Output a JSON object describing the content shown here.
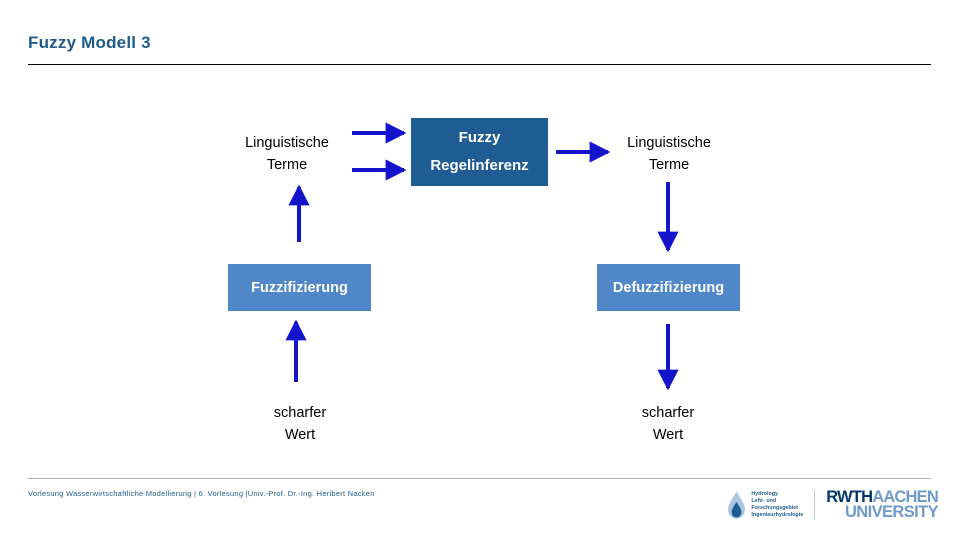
{
  "slide": {
    "title": "Fuzzy Modell 3",
    "title_color": "#1F5C8B",
    "background": "#ffffff"
  },
  "diagram": {
    "arrow_color": "#1414CC",
    "box_dark_color": "#1F5C93",
    "box_mid_color": "#5087C8",
    "nodes": {
      "input_linguistic_terms": "Linguistische\nTerme",
      "rule_inference": "Fuzzy\n\nRegelinferenz",
      "rule_inference_line1": "Fuzzy",
      "rule_inference_line2": "Regelinferenz",
      "output_linguistic_terms": "Linguistische\nTerme",
      "fuzzification": "Fuzzifizierung",
      "defuzzification": "Defuzzifizierung",
      "crisp_input": "scharfer\nWert",
      "crisp_output": "scharfer\nWert"
    }
  },
  "footer": {
    "text": "Vorlesung Wasserwirtschaftliche Modellierung | 6. Vorlesung |Univ.-Prof. Dr.-Ing. Heribert Nacken",
    "text_color": "#1F5C8B",
    "hydrology_logo": {
      "lines": "Hydrology\nLehr- und\nForschungsgebiet\nIngenieurhydrologie",
      "icon": "water-drop-icon"
    },
    "rwth_logo": {
      "rwth": "RWTH",
      "aachen": "AACHEN",
      "university": "UNIVERSITY",
      "dark_color": "#00386B",
      "light_color": "#6E9BC9"
    }
  }
}
